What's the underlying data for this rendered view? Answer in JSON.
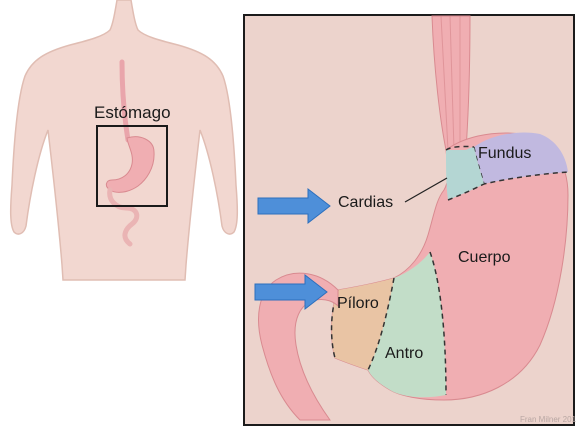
{
  "body_figure": {
    "label": "Estómago"
  },
  "detail_view": {
    "regions": {
      "cardias": "Cardias",
      "fundus": "Fundus",
      "cuerpo": "Cuerpo",
      "piloro": "Píloro",
      "antro": "Antro"
    },
    "credit": "Fran Milner 201"
  },
  "colors": {
    "skin": "#f2d7d0",
    "panel_bg": "#ecd3cc",
    "panel_border": "#1b1b1b",
    "stomach_pink": "#f0aeb2",
    "fundus_lavender": "#c1b9e0",
    "cardias_teal": "#b4d6d3",
    "piloro_tan": "#e9c4a4",
    "antro_green": "#c2ddc8",
    "arrow_blue": "#4e8fd9"
  }
}
